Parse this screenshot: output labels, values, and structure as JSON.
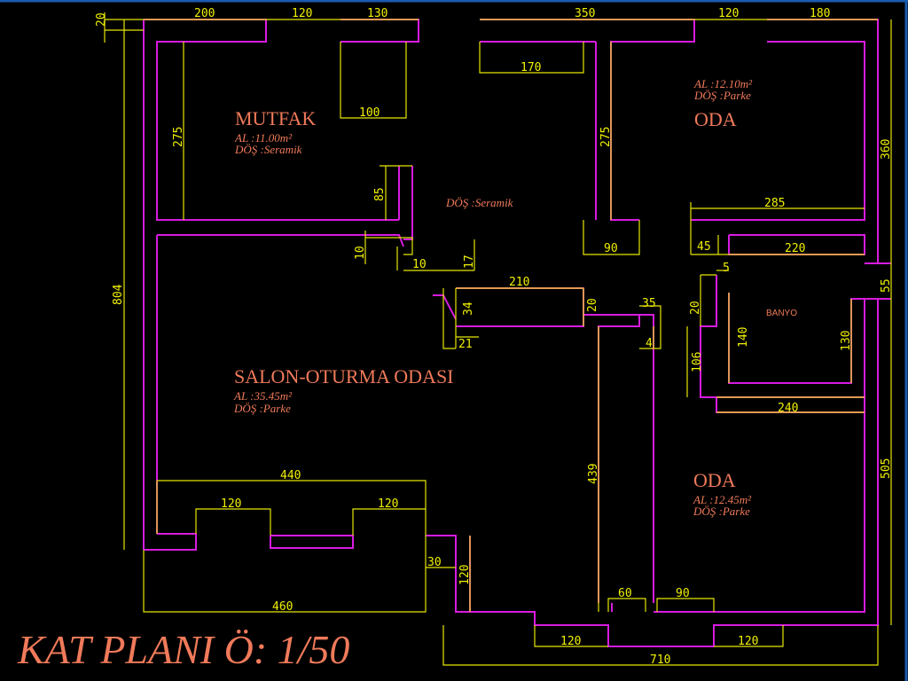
{
  "plan_title": "KAT PLANI  Ö: 1/50",
  "rooms": {
    "mutfak": {
      "name": "MUTFAK",
      "area": "AL   :11.00m²",
      "floor": "DÖŞ :Seramik"
    },
    "hall": {
      "floor": "DÖŞ :Seramik"
    },
    "oda1": {
      "name": "ODA",
      "area": "AL   :12.10m²",
      "floor": "DÖŞ :Parke"
    },
    "salon": {
      "name": "SALON-OTURMA ODASI",
      "area": "AL   :35.45m²",
      "floor": "DÖŞ :Parke"
    },
    "oda2": {
      "name": "ODA",
      "area": "AL   :12.45m²",
      "floor": "DÖŞ :Parke"
    },
    "banyo": {
      "name": "BANYO"
    }
  },
  "dimensions": {
    "top_20": "20",
    "top_200": "200",
    "top_120a": "120",
    "top_130": "130",
    "top_350": "350",
    "top_120b": "120",
    "top_180": "180",
    "d_170": "170",
    "d_100": "100",
    "d_275a": "275",
    "d_275b": "275",
    "d_360": "360",
    "d_85": "85",
    "d_285": "285",
    "d_90a": "90",
    "d_45": "45",
    "d_220": "220",
    "d_10a": "10",
    "d_10b": "10",
    "d_17": "17",
    "d_804": "804",
    "d_55": "55",
    "d_5": "5",
    "d_210": "210",
    "d_34": "34",
    "d_21": "21",
    "d_20a": "20",
    "d_35": "35",
    "d_4": "4",
    "d_20b": "20",
    "d_140": "140",
    "d_130": "130",
    "d_106": "106",
    "d_240": "240",
    "d_439": "439",
    "d_505": "505",
    "d_440": "440",
    "d_120c": "120",
    "d_120d": "120",
    "d_30": "30",
    "d_120e": "120",
    "d_60": "60",
    "d_90b": "90",
    "d_460": "460",
    "d_120f": "120",
    "d_120g": "120",
    "d_710": "710"
  }
}
